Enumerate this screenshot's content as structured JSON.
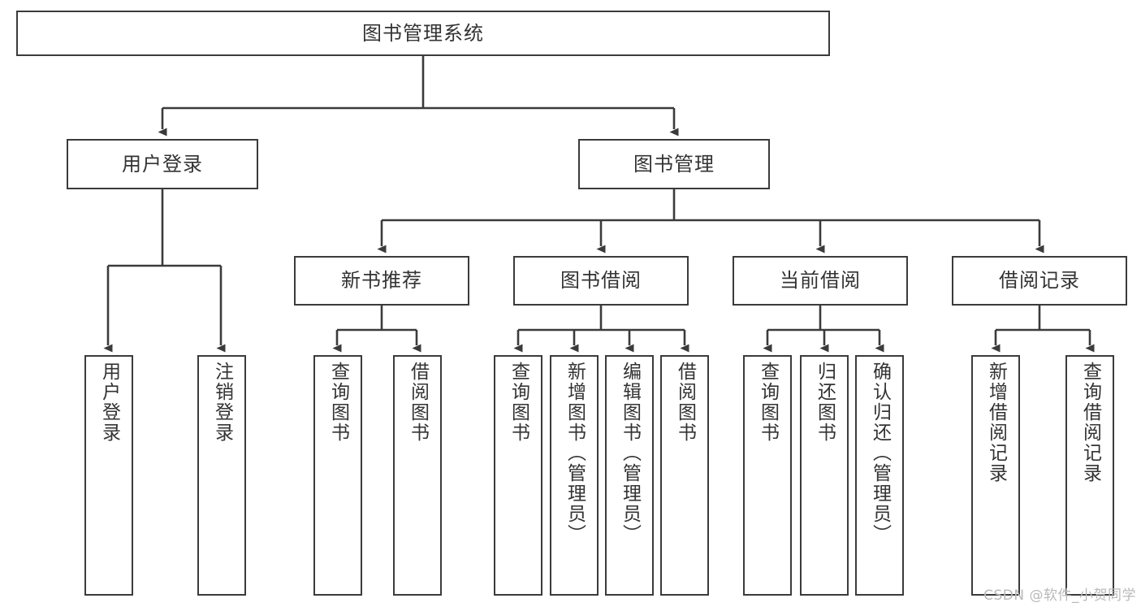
{
  "diagram": {
    "title": "图书管理系统",
    "type": "tree-hierarchy",
    "colors": {
      "border": "#3b3b3b",
      "fill": "#ffffff",
      "text": "#333333",
      "edge": "#3b3b3b",
      "watermark": "#b9b9b9"
    },
    "watermark": "CSDN @软件_小贺同学",
    "levels": {
      "root": {
        "label": "图书管理系统"
      },
      "level2": [
        {
          "id": "user-login",
          "label": "用户登录"
        },
        {
          "id": "book-manage",
          "label": "图书管理"
        }
      ],
      "level3": [
        {
          "id": "new-book-rec",
          "label": "新书推荐",
          "parent": "book-manage"
        },
        {
          "id": "book-borrow",
          "label": "图书借阅",
          "parent": "book-manage"
        },
        {
          "id": "current-borrow",
          "label": "当前借阅",
          "parent": "book-manage"
        },
        {
          "id": "borrow-record",
          "label": "借阅记录",
          "parent": "book-manage"
        }
      ],
      "leaves": [
        {
          "id": "leaf-user-login",
          "label": "用户登录",
          "parent": "user-login"
        },
        {
          "id": "leaf-user-logout",
          "label": "注销登录",
          "parent": "user-login"
        },
        {
          "id": "leaf-query-book-rec",
          "label": "查询图书",
          "parent": "new-book-rec"
        },
        {
          "id": "leaf-borrow-book-rec",
          "label": "借阅图书",
          "parent": "new-book-rec"
        },
        {
          "id": "leaf-query-book-borrow",
          "label": "查询图书",
          "parent": "book-borrow"
        },
        {
          "id": "leaf-add-book",
          "label": "新增图书（管理员）",
          "parent": "book-borrow"
        },
        {
          "id": "leaf-edit-book",
          "label": "编辑图书（管理员）",
          "parent": "book-borrow"
        },
        {
          "id": "leaf-borrow-book",
          "label": "借阅图书",
          "parent": "book-borrow"
        },
        {
          "id": "leaf-query-book-cur",
          "label": "查询图书",
          "parent": "current-borrow"
        },
        {
          "id": "leaf-return-book",
          "label": "归还图书",
          "parent": "current-borrow"
        },
        {
          "id": "leaf-confirm-return",
          "label": "确认归还（管理员）",
          "parent": "current-borrow"
        },
        {
          "id": "leaf-add-record",
          "label": "新增借阅记录",
          "parent": "borrow-record"
        },
        {
          "id": "leaf-query-record",
          "label": "查询借阅记录",
          "parent": "borrow-record"
        }
      ]
    }
  }
}
